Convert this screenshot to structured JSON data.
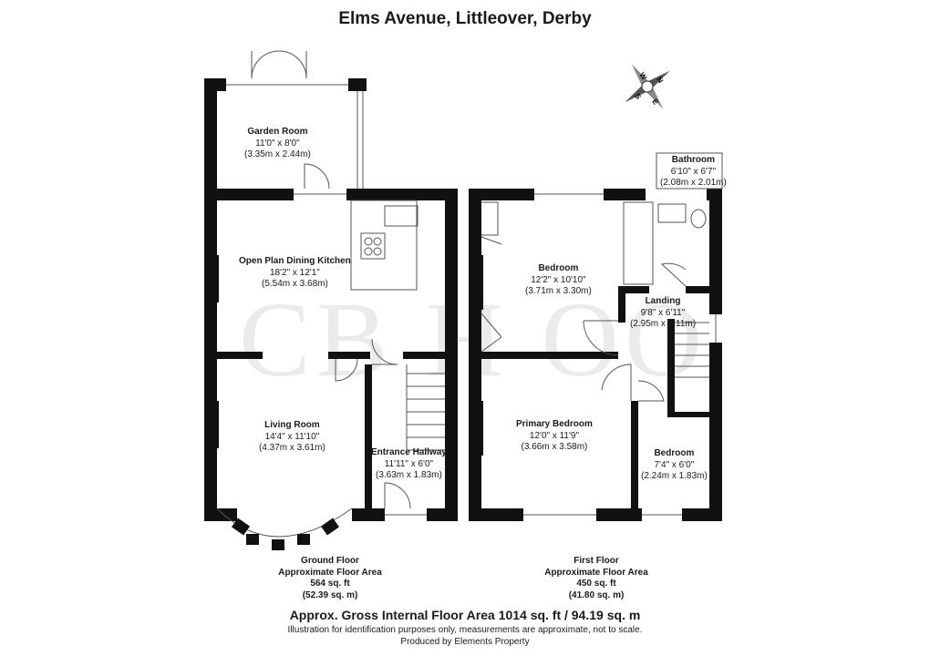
{
  "title": "Elms Avenue, Littleover, Derby",
  "watermark": "CB H OO",
  "rooms": {
    "garden_room": {
      "name": "Garden Room",
      "imperial": "11'0\" x 8'0\"",
      "metric": "(3.35m x 2.44m)"
    },
    "kitchen": {
      "name": "Open Plan Dining Kitchen",
      "imperial": "18'2\" x 12'1\"",
      "metric": "(5.54m x 3.68m)"
    },
    "living_room": {
      "name": "Living Room",
      "imperial": "14'4\" x 11'10\"",
      "metric": "(4.37m x 3.61m)"
    },
    "entrance_hallway": {
      "name": "Entrance Hallway",
      "imperial": "11'11\" x 6'0\"",
      "metric": "(3.63m x 1.83m)"
    },
    "bathroom": {
      "name": "Bathroom",
      "imperial": "6'10\" x 6'7\"",
      "metric": "(2.08m x 2.01m)"
    },
    "bedroom_rear": {
      "name": "Bedroom",
      "imperial": "12'2\" x 10'10\"",
      "metric": "(3.71m x 3.30m)"
    },
    "landing": {
      "name": "Landing",
      "imperial": "9'8\" x 6'11\"",
      "metric": "(2.95m x 2.11m)"
    },
    "primary_bedroom": {
      "name": "Primary Bedroom",
      "imperial": "12'0\" x 11'9\"",
      "metric": "(3.66m x 3.58m)"
    },
    "bedroom_small": {
      "name": "Bedroom",
      "imperial": "7'4\" x 6'0\"",
      "metric": "(2.24m x 1.83m)"
    }
  },
  "ground_floor": {
    "line1": "Ground Floor",
    "line2": "Approximate Floor Area",
    "line3": "564 sq. ft",
    "line4": "(52.39 sq. m)"
  },
  "first_floor": {
    "line1": "First Floor",
    "line2": "Approximate Floor Area",
    "line3": "450 sq. ft",
    "line4": "(41.80 sq. m)"
  },
  "gross_area": "Approx. Gross Internal Floor Area 1014 sq. ft / 94.19 sq. m",
  "disclaimer": "Illustration for identification purposes only, measurements are approximate, not to scale.",
  "producer": "Produced by Elements Property",
  "compass": {
    "letters": [
      "N",
      "E",
      "S",
      "W"
    ]
  },
  "colors": {
    "wall": "#111111",
    "window": "#ffffff",
    "line": "#555555"
  }
}
